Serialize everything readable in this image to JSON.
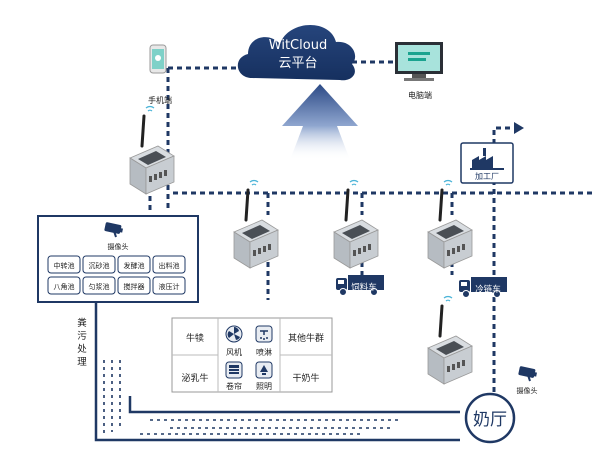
{
  "cloud": {
    "line1": "WitCloud",
    "line2": "云平台"
  },
  "clients": {
    "mobile": "手机端",
    "pc": "电脑端"
  },
  "waste": {
    "camera_label": "摄像头",
    "pools": [
      "中转池",
      "沉砂池",
      "发酵池",
      "出料池",
      "八角池",
      "匀浆池",
      "搅拌器",
      "液压计"
    ],
    "vertical_label": [
      "粪",
      "污",
      "处",
      "理"
    ]
  },
  "barn": {
    "top_left": "牛犊",
    "bottom_left": "泌乳牛",
    "top_right": "其他牛群",
    "bottom_right": "干奶牛",
    "fan": "风机",
    "spray": "喷淋",
    "curtain": "卷帘",
    "lighting": "照明"
  },
  "feed_truck": "饲料车",
  "cold_truck": "冷链车",
  "factory": "加工厂",
  "milk_hall": "奶厅",
  "camera_right": "摄像头",
  "colors": {
    "navy": "#1f3864",
    "gray": "#666666",
    "green": "#19a05b"
  }
}
